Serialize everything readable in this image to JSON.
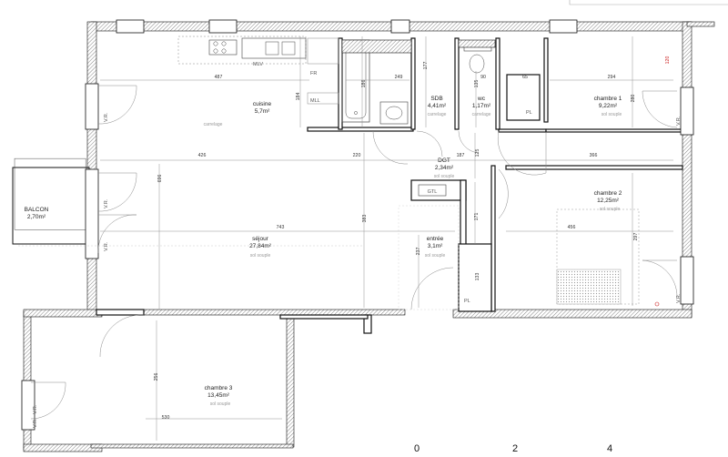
{
  "rooms": {
    "cuisine": {
      "name": "cuisine",
      "area": "5,7m²",
      "floor": "carrelage"
    },
    "sdb": {
      "name": "SDB",
      "area": "4,41m²",
      "floor": "carrelage"
    },
    "wc": {
      "name": "wc",
      "area": "1,17m²",
      "floor": "carrelage"
    },
    "chambre1": {
      "name": "chambre 1",
      "area": "9,22m²",
      "floor": "sol souple"
    },
    "dgt": {
      "name": "DGT",
      "area": "2,34m²",
      "floor": "sol souple"
    },
    "chambre2": {
      "name": "chambre 2",
      "area": "12,25m²",
      "floor": "sol souple"
    },
    "balcon": {
      "name": "BALCON",
      "area": "2,70m²"
    },
    "sejour": {
      "name": "séjour",
      "area": "27,84m²",
      "floor": "sol souple"
    },
    "entree": {
      "name": "entrée",
      "area": "3,1m²",
      "floor": "sol souple"
    },
    "chambre3": {
      "name": "chambre 3",
      "area": "13,45m²",
      "floor": "sol souple"
    }
  },
  "fixtures": {
    "mlv": "MLV",
    "fr": "FR",
    "mll": "MLL",
    "pl1": "PL",
    "pl2": "PL",
    "gtl": "GTL",
    "vr1": "V.R.",
    "vr2": "V.R.",
    "vr3": "V.R.",
    "vr4": "V.R.",
    "vr5": "V.R.",
    "vr6": "V.R.",
    "vr7": "V.R."
  },
  "dimensions": {
    "d487": "487",
    "d184": "184",
    "d186": "186",
    "d249": "249",
    "d177": "177",
    "d135": "135",
    "d90": "90",
    "d65": "65",
    "d294": "294",
    "d120": "120",
    "d280": "280",
    "d426": "426",
    "d220": "220",
    "d187": "187",
    "d125": "125",
    "d366": "366",
    "d696": "696",
    "d743": "743",
    "d383": "383",
    "d171": "171",
    "d456": "456",
    "d297": "297",
    "d237": "237",
    "d133": "133",
    "d256": "256",
    "d530": "530"
  },
  "scale_bar": {
    "s0": "0",
    "s2": "2",
    "s4": "4"
  }
}
